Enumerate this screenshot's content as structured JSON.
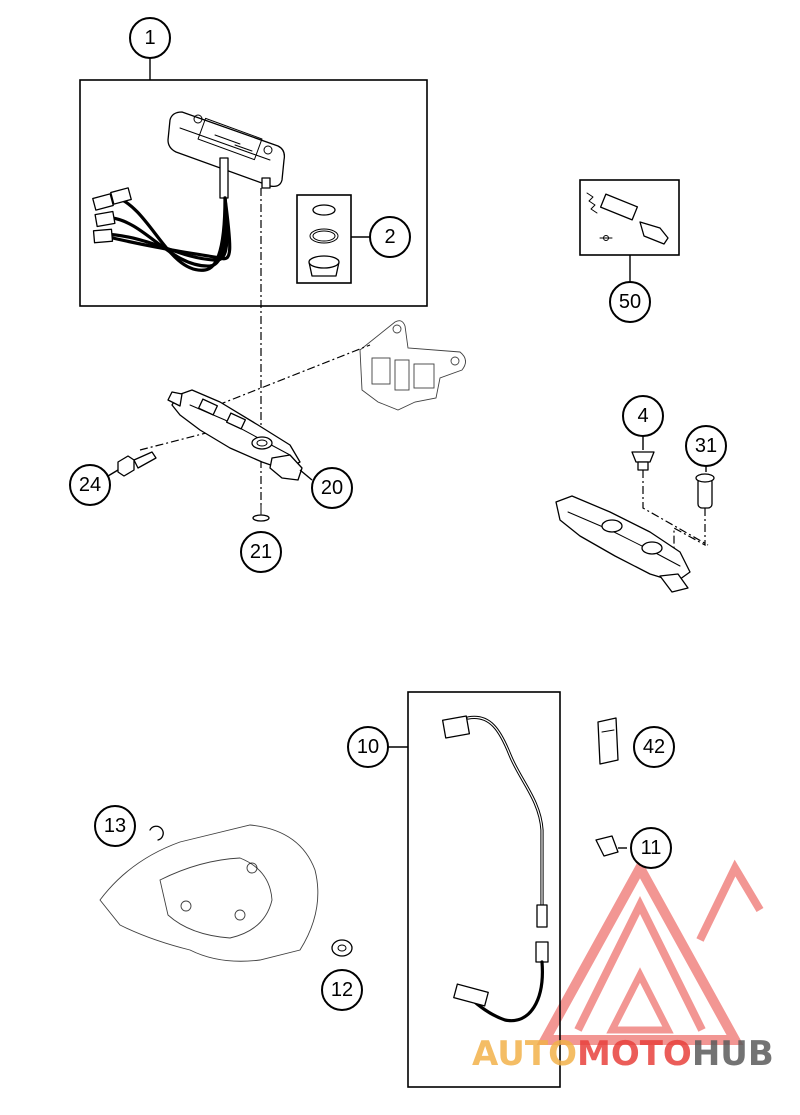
{
  "callouts": [
    {
      "label": "1"
    },
    {
      "label": "2"
    },
    {
      "label": "50"
    },
    {
      "label": "24"
    },
    {
      "label": "20"
    },
    {
      "label": "21"
    },
    {
      "label": "4"
    },
    {
      "label": "31"
    },
    {
      "label": "10"
    },
    {
      "label": "42"
    },
    {
      "label": "13"
    },
    {
      "label": "11"
    },
    {
      "label": "12"
    }
  ],
  "watermark": {
    "part1": "AUTO",
    "part2": "MOTO",
    "part3": "HUB",
    "color_orange": "#f2b24a",
    "color_red": "#e8413c",
    "color_gray": "#5a5a5a"
  }
}
